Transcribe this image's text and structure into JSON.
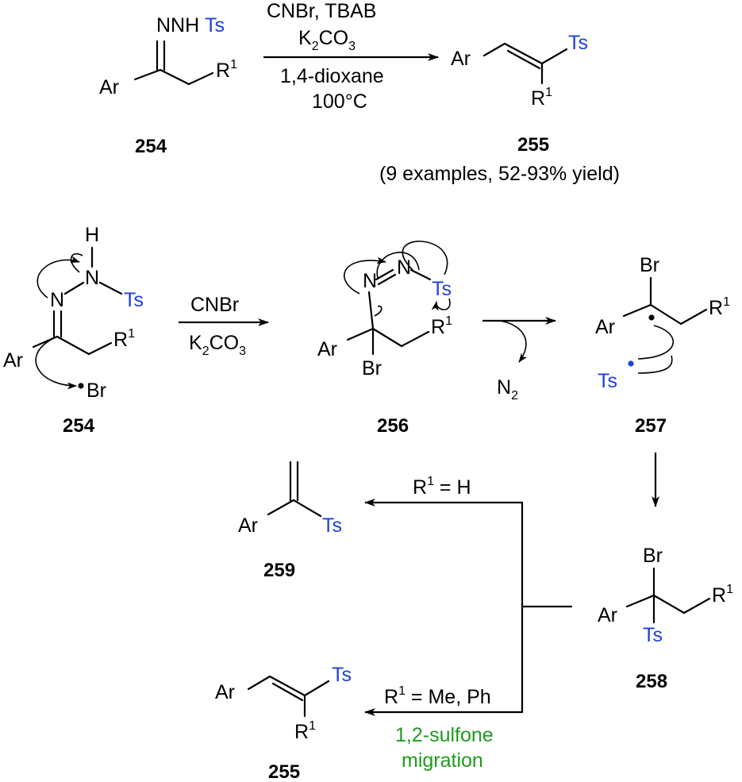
{
  "colors": {
    "ts": "#1f3fdc",
    "note": "#1f9a1f"
  },
  "atoms": {
    "ar": "Ar",
    "r": "R",
    "one": "1",
    "ts": "Ts",
    "br": "Br",
    "n": "N",
    "h": "H",
    "nnh": "NNH",
    "n2": "N",
    "two": "2",
    "h_val": "H"
  },
  "compounds": {
    "c254": "254",
    "c255": "255",
    "c256": "256",
    "c257": "257",
    "c258": "258",
    "c259": "259"
  },
  "reaction1": {
    "line1": "CNBr, TBAB",
    "k": "K",
    "k_sub2": "2",
    "co": "CO",
    "co_sub3": "3",
    "line3": "1,4-dioxane",
    "line4": "100°C",
    "yield": "(9 examples, 52-93% yield)"
  },
  "reaction2": {
    "line1": "CNBr",
    "k": "K",
    "k_sub2": "2",
    "co": "CO",
    "co_sub3": "3"
  },
  "branches": {
    "top_eq": " = H",
    "bottom_eq": " = Me, Ph",
    "note_line1": "1,2-sulfone",
    "note_line2": "migration"
  }
}
